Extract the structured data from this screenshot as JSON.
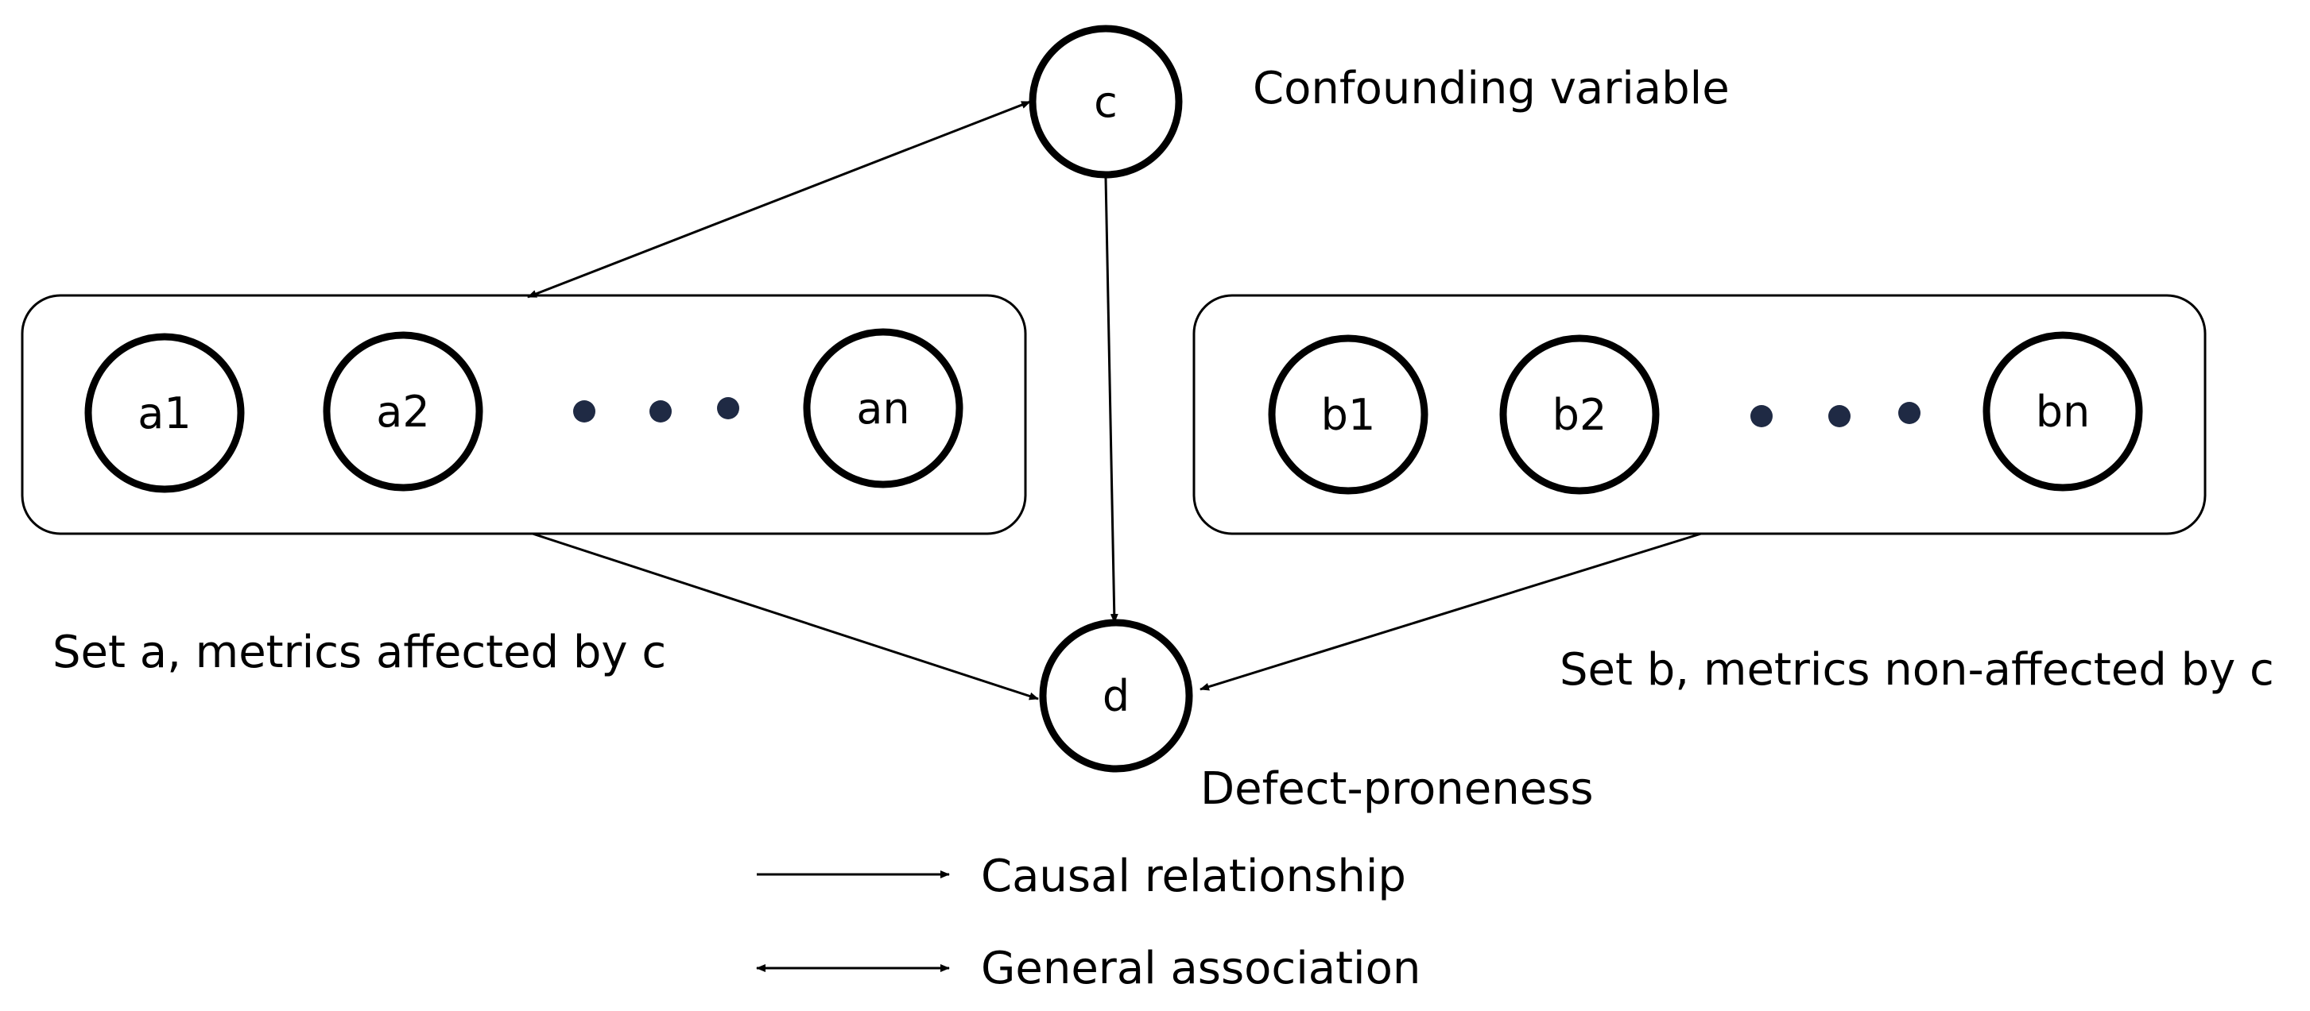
{
  "nodes": {
    "c": "c",
    "d": "d",
    "a1": "a1",
    "a2": "a2",
    "an": "an",
    "b1": "b1",
    "b2": "b2",
    "bn": "bn"
  },
  "captions": {
    "confounder": "Confounding variable",
    "outcome": "Defect-proneness",
    "set_a": "Set a, metrics affected by c",
    "set_b": "Set b, metrics non-affected by c"
  },
  "legend": {
    "causal": "Causal relationship",
    "association": "General association"
  }
}
